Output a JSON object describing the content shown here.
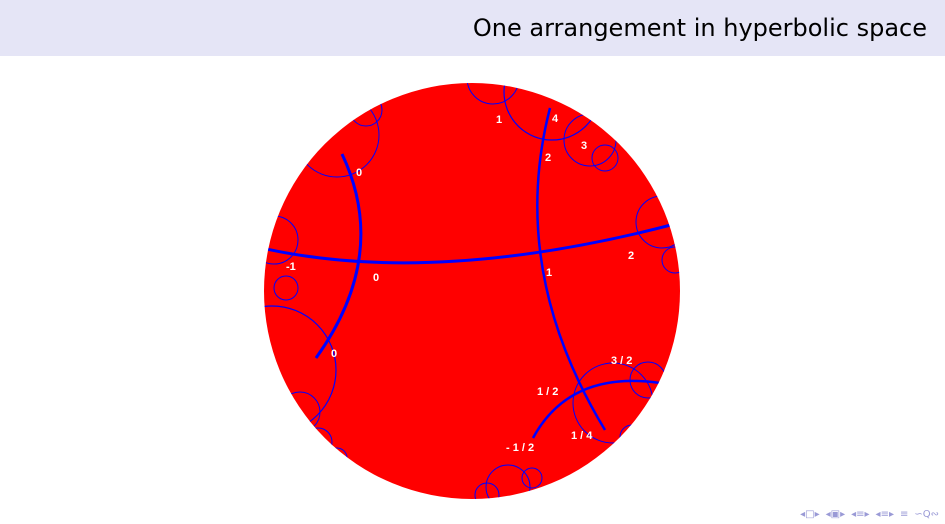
{
  "header": {
    "title": "One arrangement in hyperbolic space"
  },
  "colors": {
    "disk_fill": "#ff0000",
    "geodesic": "#0000ff",
    "label_text": "#ffffff",
    "header_bg": "#e5e5f6",
    "nav_icons": "#9a9ad6"
  },
  "diagram": {
    "labels": [
      {
        "id": "lbl-1-top",
        "text": "1"
      },
      {
        "id": "lbl-4",
        "text": "4"
      },
      {
        "id": "lbl-3",
        "text": "3"
      },
      {
        "id": "lbl-2-upper",
        "text": "2"
      },
      {
        "id": "lbl-0-upper",
        "text": "0"
      },
      {
        "id": "lbl-minus1",
        "text": "-1"
      },
      {
        "id": "lbl-0-mid",
        "text": "0"
      },
      {
        "id": "lbl-1-mid",
        "text": "1"
      },
      {
        "id": "lbl-2-right",
        "text": "2"
      },
      {
        "id": "lbl-0-lower",
        "text": "0"
      },
      {
        "id": "lbl-3-2",
        "text": "3 / 2"
      },
      {
        "id": "lbl-1-2",
        "text": "1 / 2"
      },
      {
        "id": "lbl-1-4",
        "text": "1 / 4"
      },
      {
        "id": "lbl-minus-1-2",
        "text": "- 1 / 2"
      }
    ]
  },
  "nav": {
    "icons": [
      "nav-first-icon",
      "nav-frame-icon",
      "nav-prev-section-icon",
      "nav-section-icon",
      "nav-prev-subsection-icon",
      "nav-subsection-icon",
      "nav-align-icon",
      "nav-search-icon"
    ]
  }
}
